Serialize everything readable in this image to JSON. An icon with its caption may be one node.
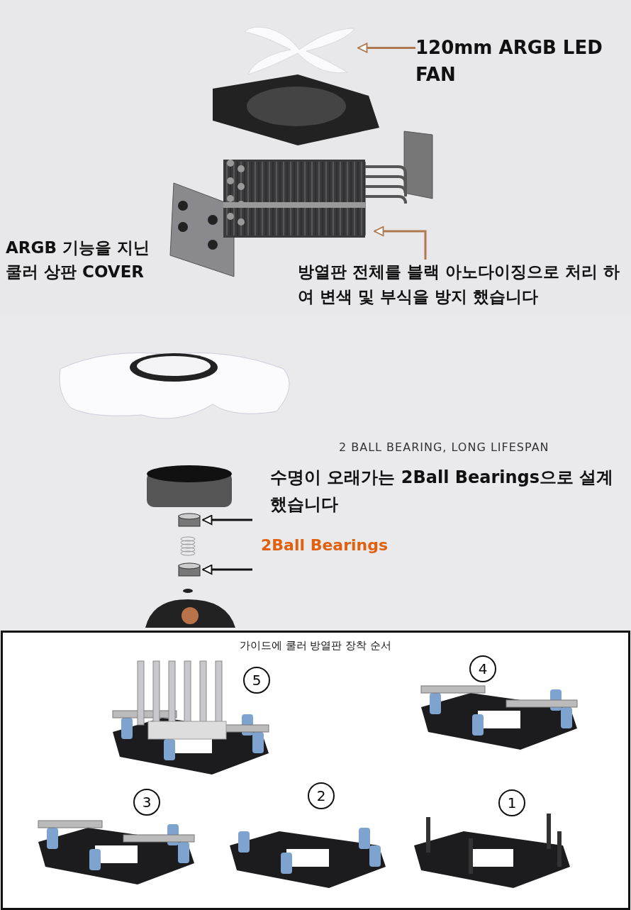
{
  "diagram": {
    "nodes": [
      {
        "text": [],
        "shape": "picture"
      },
      {
        "text": [
          "120mm ARGB LED FAN"
        ]
      },
      {
        "text": [],
        "shape": "picture"
      },
      {
        "text": [
          "방열판 전체를 블랙 아노다이징으로 처리 하여 변색 및 부식을 방지 했습니다"
        ]
      },
      {
        "text": [],
        "shape": "cylinder"
      },
      {
        "text": [],
        "shape": "cylinder"
      },
      {
        "text": [
          "가이드에 쿨러 방열판 장착 순서"
        ]
      }
    ],
    "edges": [
      {
        "from": 1,
        "to": 0,
        "arrow": "to",
        "color": "#b07850"
      },
      {
        "from": 3,
        "to": 2,
        "arrow": "to",
        "color": "#b07850"
      },
      {
        "from": null,
        "to": 4,
        "arrow": "to",
        "color": "#111111"
      },
      {
        "from": null,
        "to": 5,
        "arrow": "to",
        "color": "#111111"
      }
    ],
    "labels": [
      "ARGB 기능을 지닌 쿨러 상판 COVER",
      "2 BALL BEARING, LONG LIFESPAN",
      "수명이 오래가는 2Ball Bearings으로 설계했습니다",
      "2Ball Bearings",
      "5",
      "4",
      "3",
      "2",
      "1"
    ]
  }
}
